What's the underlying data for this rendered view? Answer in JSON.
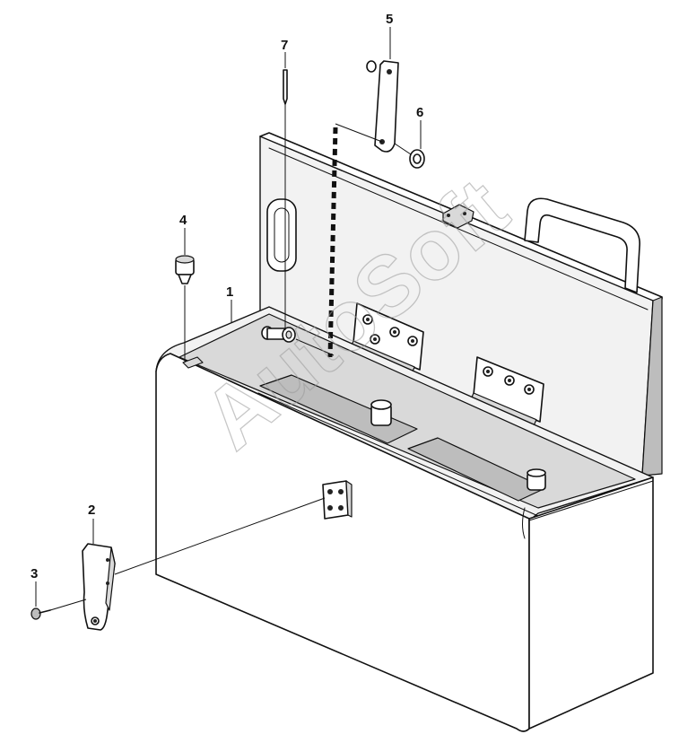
{
  "diagram": {
    "watermark": "AutoSoft",
    "callouts": [
      {
        "id": "1",
        "label": "1"
      },
      {
        "id": "2",
        "label": "2"
      },
      {
        "id": "3",
        "label": "3"
      },
      {
        "id": "4",
        "label": "4"
      },
      {
        "id": "5",
        "label": "5"
      },
      {
        "id": "6",
        "label": "6"
      },
      {
        "id": "7",
        "label": "7"
      }
    ]
  }
}
